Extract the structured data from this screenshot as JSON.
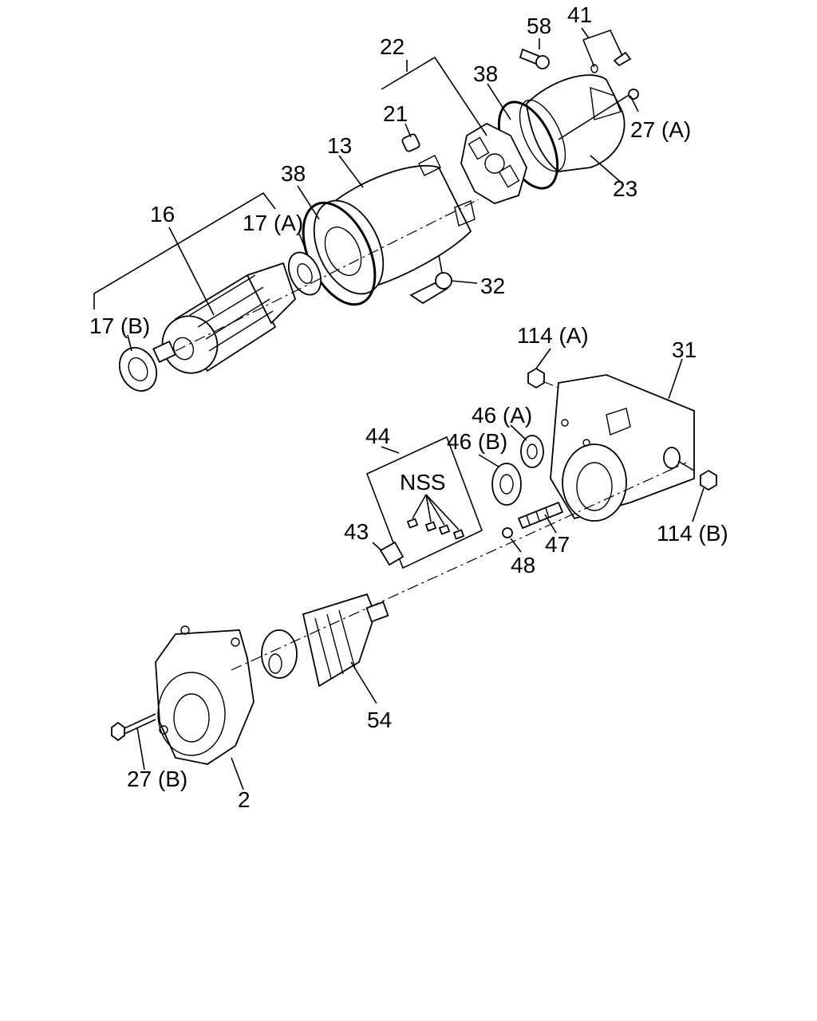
{
  "labels": {
    "l58": "58",
    "l41": "41",
    "l22": "22",
    "l38a": "38",
    "l21": "21",
    "l27a": "27 (A)",
    "l13": "13",
    "l23": "23",
    "l38b": "38",
    "l16": "16",
    "l17a": "17 (A)",
    "l32": "32",
    "l17b": "17 (B)",
    "l114a": "114 (A)",
    "l31": "31",
    "l46a": "46 (A)",
    "l44": "44",
    "l46b": "46 (B)",
    "lnss": "NSS",
    "l43": "43",
    "l47": "47",
    "l114b": "114 (B)",
    "l48": "48",
    "l54": "54",
    "l27b": "27 (B)",
    "l2": "2"
  }
}
